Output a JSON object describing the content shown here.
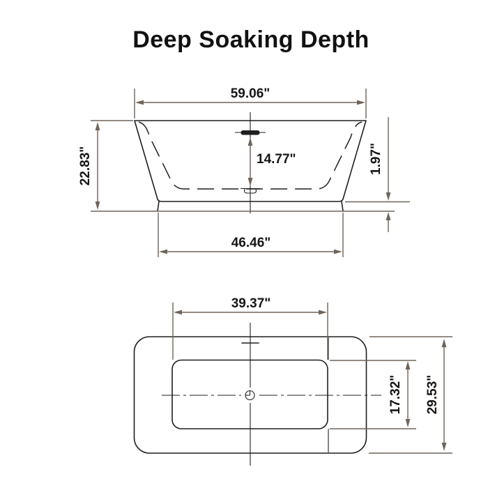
{
  "title": "Deep Soaking Depth",
  "views": {
    "side": {
      "label": "side-elevation-view",
      "dimensions": {
        "overall_length": "59.06\"",
        "overall_height": "22.83\"",
        "soaking_depth": "14.77\"",
        "base_height": "1.97\"",
        "base_length": "46.46\""
      }
    },
    "top": {
      "label": "top-plan-view",
      "dimensions": {
        "basin_length": "39.37\"",
        "basin_width": "17.32\"",
        "overall_width": "29.53\""
      }
    }
  },
  "colors": {
    "background": "#ffffff",
    "drawing_line": "#1f1f1f",
    "dimension_line": "#6f6459",
    "text": "#161616"
  }
}
